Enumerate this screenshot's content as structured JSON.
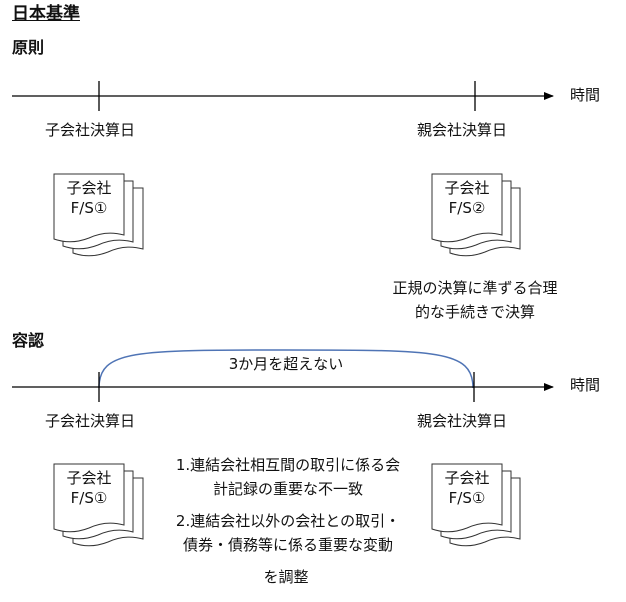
{
  "title": "日本基準",
  "sections": {
    "principle": {
      "heading": "原則",
      "time_label": "時間",
      "left_label": "子会社決算日",
      "right_label": "親会社決算日",
      "left_doc": {
        "line1": "子会社",
        "line2": "F/S①"
      },
      "right_doc": {
        "line1": "子会社",
        "line2": "F/S②"
      },
      "note_line1": "正規の決算に準ずる合理",
      "note_line2": "的な手続きで決算"
    },
    "tolerance": {
      "heading": "容認",
      "arc_label": "3か月を超えない",
      "time_label": "時間",
      "left_label": "子会社決算日",
      "right_label": "親会社決算日",
      "left_doc": {
        "line1": "子会社",
        "line2": "F/S①"
      },
      "right_doc": {
        "line1": "子会社",
        "line2": "F/S①"
      },
      "item1_line1": "1.連結会社相互間の取引に係る会",
      "item1_line2": "計記録の重要な不一致",
      "item2_line1": "2.連結会社以外の会社との取引・",
      "item2_line2": "債券・債務等に係る重要な変動",
      "adjust": "を調整"
    }
  },
  "colors": {
    "arc": "#4f74b5",
    "line": "#000000",
    "doc_fill": "#ffffff"
  }
}
